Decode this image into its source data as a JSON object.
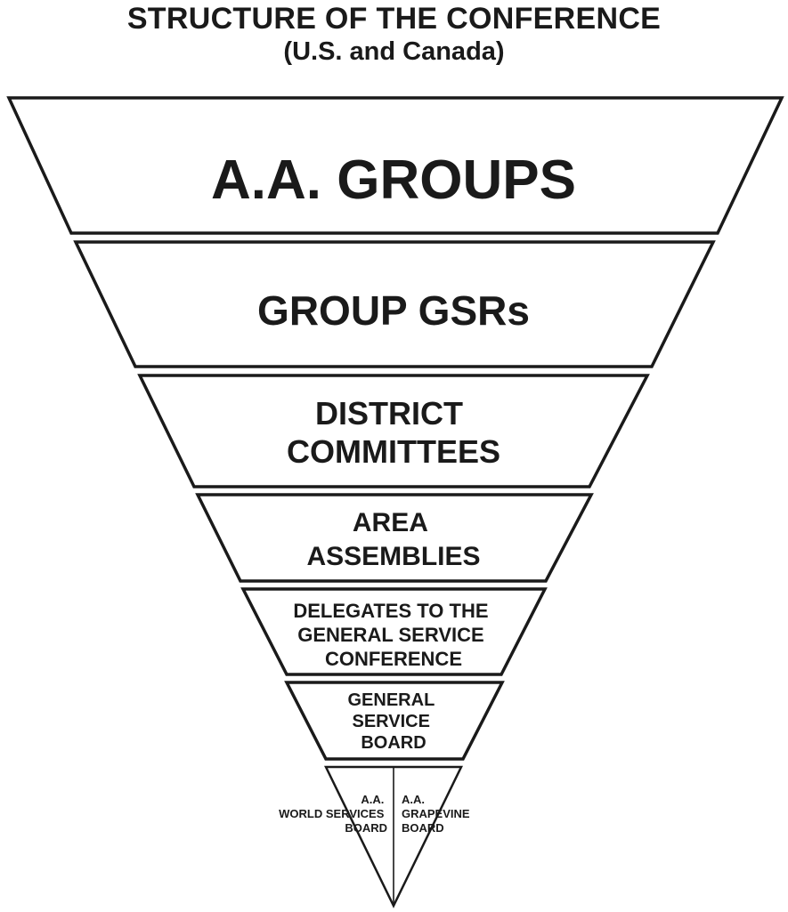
{
  "title": "STRUCTURE OF THE CONFERENCE",
  "subtitle": "(U.S. and Canada)",
  "levels": [
    {
      "lines": [
        "A.A. GROUPS"
      ]
    },
    {
      "lines": [
        "GROUP GSRs"
      ]
    },
    {
      "lines": [
        "DISTRICT",
        "COMMITTEES"
      ]
    },
    {
      "lines": [
        "AREA",
        "ASSEMBLIES"
      ]
    },
    {
      "lines": [
        "DELEGATES TO THE",
        "GENERAL SERVICE",
        "CONFERENCE"
      ]
    },
    {
      "lines": [
        "GENERAL",
        "SERVICE",
        "BOARD"
      ]
    }
  ],
  "boards": {
    "left": [
      "A.A.",
      "WORLD SERVICES",
      "BOARD"
    ],
    "right": [
      "A.A.",
      "GRAPEVINE",
      "BOARD"
    ]
  }
}
